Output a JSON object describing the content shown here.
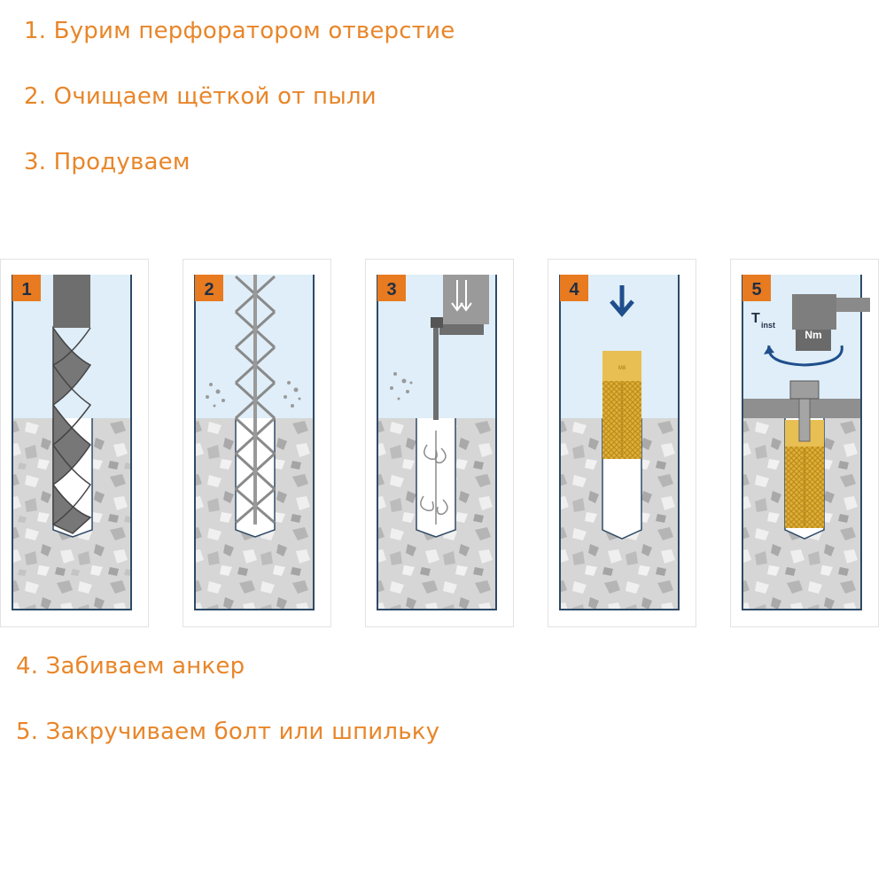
{
  "steps": [
    {
      "number": "1",
      "text": "1. Бурим перфоратором отверстие",
      "accent": "#e8862a"
    },
    {
      "number": "2",
      "text": "2. Очищаем щёткой от пыли",
      "accent": "#e8862a"
    },
    {
      "number": "3",
      "text": "3. Продуваем",
      "accent": "#e8862a"
    },
    {
      "number": "4",
      "text": "4. Забиваем анкер",
      "accent": "#e8862a"
    },
    {
      "number": "5",
      "text": "5. Закручиваем болт или шпильку",
      "accent": "#e8862a"
    }
  ],
  "panel5": {
    "torque_symbol": "T",
    "torque_subscript": "inst",
    "torque_unit": "Nm"
  },
  "anchor": {
    "size_mark": "M8"
  },
  "colors": {
    "sky": "#dfeef8",
    "concrete": "#d4d4d4",
    "outline": "#2e4a66",
    "badge": "#e87a1f",
    "brass": "#e3b43c",
    "arrow": "#1f4e8c"
  }
}
